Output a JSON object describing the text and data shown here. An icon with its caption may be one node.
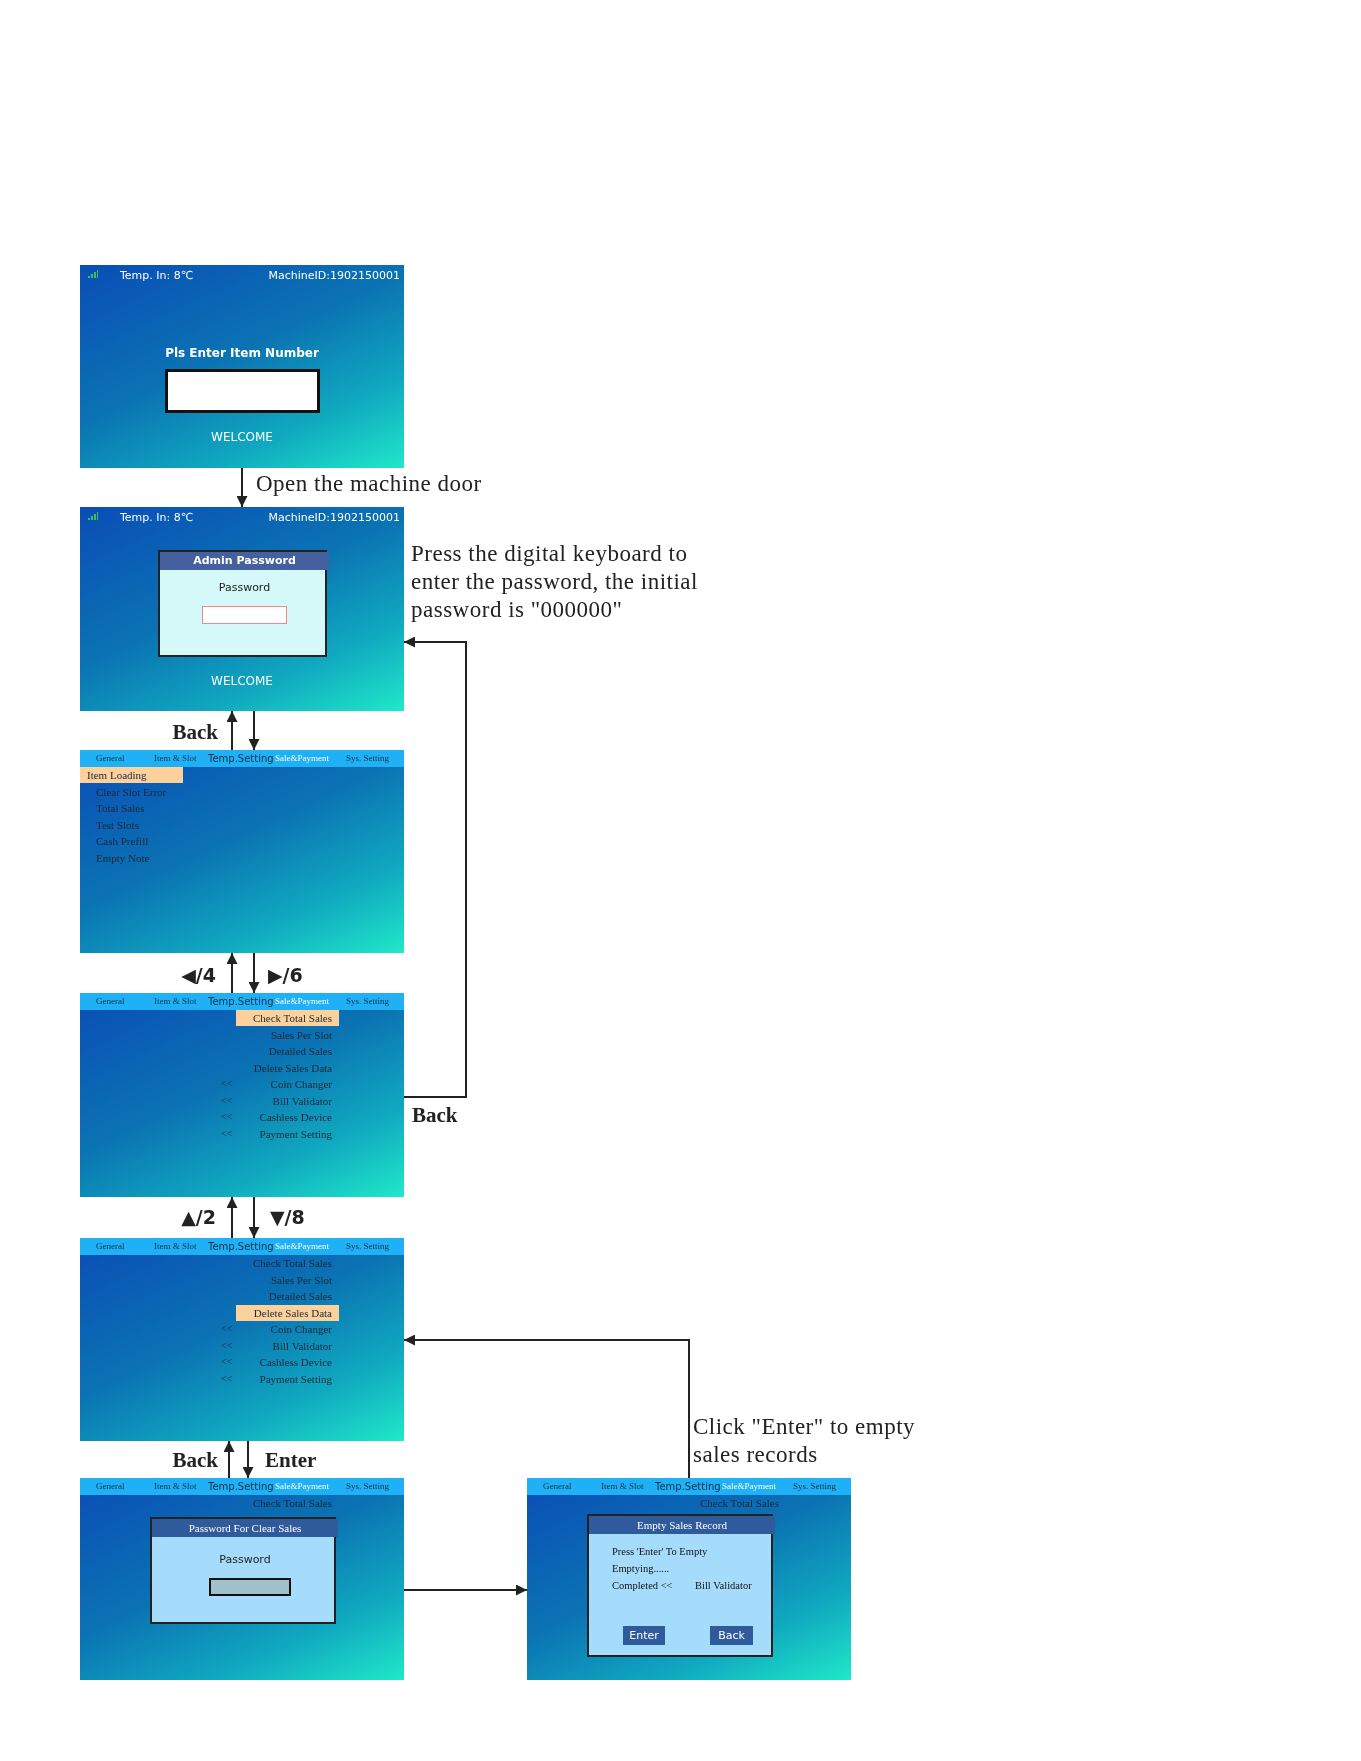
{
  "diagram": {
    "nodes": [
      {
        "text": [
          "Temp. In: 8℃",
          "MachineID:1902150001",
          "Pls Enter Item Number",
          "WELCOME"
        ]
      },
      {
        "text": [
          "Temp. In: 8℃",
          "MachineID:1902150001",
          "WELCOME"
        ],
        "beside": [
          "Press the digital keyboard to enter the password, the initial password is \"000000\""
        ]
      },
      {
        "text": [
          "Admin Password",
          "Password"
        ],
        "in": 1
      },
      {
        "text": [
          "General",
          "Item & Slot",
          "Temp.Setting",
          "Sale&Payment",
          "Sys. Setting",
          "Item Loading",
          "Clear Slot Error",
          "Total Sales",
          "Test Slots",
          "Cash Prefill",
          "Empty Note"
        ]
      },
      {
        "text": [
          "General",
          "Item & Slot",
          "Temp.Setting",
          "Sale&Payment",
          "Sys. Setting",
          "Check Total Sales",
          "Sales Per Slot",
          "Detailed Sales",
          "Delete Sales Data",
          "<<",
          "Coin Changer",
          "<<",
          "Bill Validator",
          "<<",
          "Cashless Device",
          "<<",
          "Payment Setting"
        ]
      },
      {
        "text": [
          "General",
          "Item & Slot",
          "Temp.Setting",
          "Sale&Payment",
          "Sys. Setting",
          "Check Total Sales",
          "Sales Per Slot",
          "Detailed Sales",
          "Delete Sales Data",
          "<<",
          "Coin Changer",
          "<<",
          "Bill Validator",
          "<<",
          "Cashless Device",
          "<<",
          "Payment Setting"
        ]
      },
      {
        "text": [
          "General",
          "Item & Slot",
          "Temp.Setting",
          "Sale&Payment",
          "Sys. Setting",
          "Check Total Sales"
        ]
      },
      {
        "text": [
          "Password For Clear Sales",
          "Password"
        ],
        "in": 6
      },
      {
        "text": [
          "General",
          "Item & Slot",
          "Temp.Setting",
          "Sale&Payment",
          "Sys. Setting",
          "Check Total Sales"
        ]
      },
      {
        "text": [
          "Empty Sales Record",
          "Press 'Enter' To Empty",
          "Emptying......",
          "Completed <<",
          "Bill Validator",
          "Enter",
          "Back"
        ],
        "in": 8
      }
    ],
    "edges": [
      {
        "from": 0,
        "to": 1,
        "arrow": "to",
        "label": "Open the machine door"
      },
      {
        "from": 3,
        "to": 1,
        "arrow": "to",
        "label": "Back"
      },
      {
        "from": 1,
        "to": 3,
        "arrow": "to"
      },
      {
        "from": 4,
        "to": 3,
        "arrow": "to",
        "label": "◀/4"
      },
      {
        "from": 3,
        "to": 4,
        "arrow": "to",
        "label": "▶/6"
      },
      {
        "from": 4,
        "to": 1,
        "arrow": "to",
        "label": "Back"
      },
      {
        "from": 5,
        "to": 4,
        "arrow": "to",
        "label": "▲/2"
      },
      {
        "from": 4,
        "to": 5,
        "arrow": "to",
        "label": "▼/8"
      },
      {
        "from": 6,
        "to": 5,
        "arrow": "to",
        "label": "Back"
      },
      {
        "from": 5,
        "to": 6,
        "arrow": "to",
        "label": "Enter"
      },
      {
        "from": 6,
        "to": 8,
        "arrow": "to"
      },
      {
        "from": 8,
        "to": 5,
        "arrow": "to",
        "label": "Click \"Enter\" to empty sales records"
      }
    ]
  }
}
